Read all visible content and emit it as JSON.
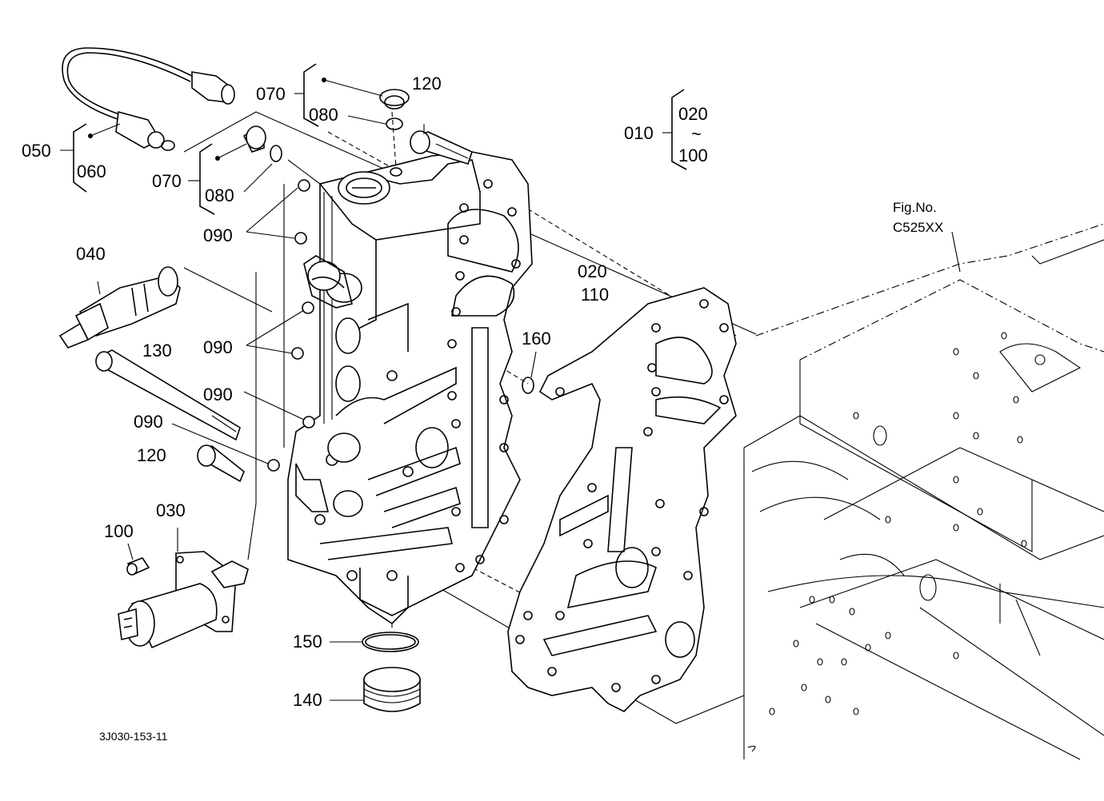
{
  "callouts": {
    "c010": "010",
    "c020_range": "020",
    "c100_range": "100",
    "tilde": "~",
    "c020": "020",
    "c030": "030",
    "c040": "040",
    "c050": "050",
    "c060": "060",
    "c070_top": "070",
    "c070_mid": "070",
    "c080_top": "080",
    "c080_mid": "080",
    "c090_a": "090",
    "c090_b": "090",
    "c090_c": "090",
    "c090_d": "090",
    "c100": "100",
    "c110": "110",
    "c120_top": "120",
    "c120_left": "120",
    "c130": "130",
    "c140": "140",
    "c150": "150",
    "c160": "160"
  },
  "figref": {
    "line1": "Fig.No.",
    "line2": "C525XX"
  },
  "drawing_code": "3J030-153-11"
}
